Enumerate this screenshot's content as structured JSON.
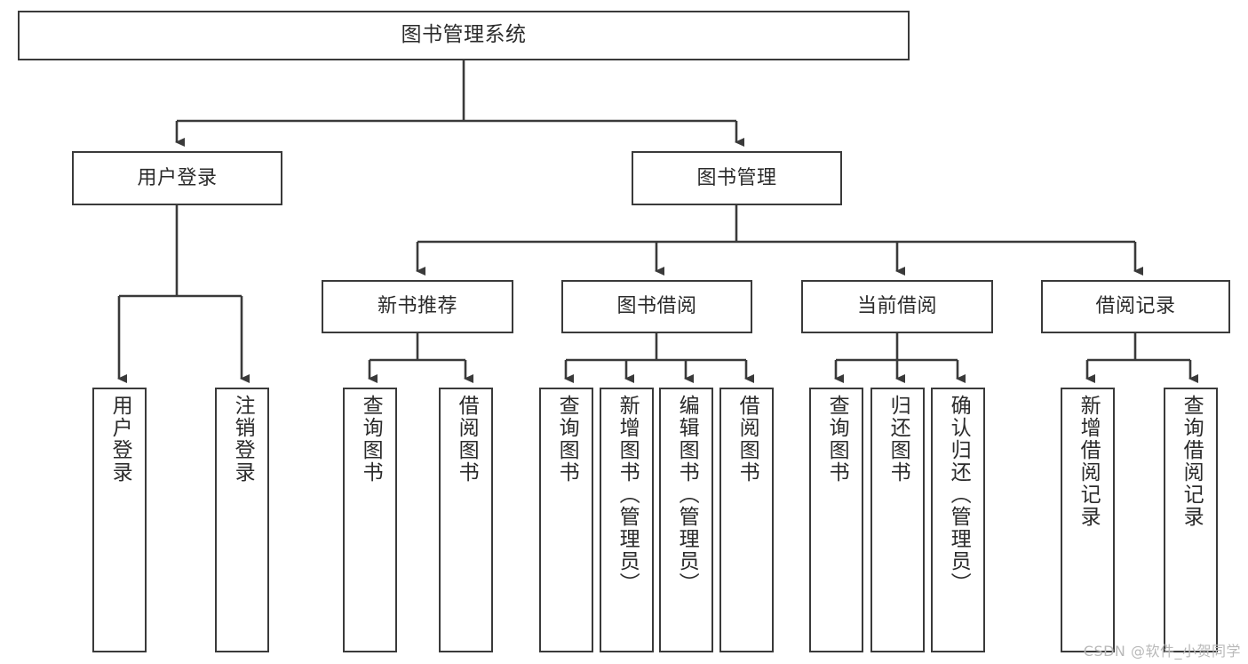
{
  "diagram": {
    "title_node": {
      "label": "图书管理系统"
    },
    "level2": [
      {
        "id": "user-login",
        "label": "用户登录"
      },
      {
        "id": "book-manage",
        "label": "图书管理"
      }
    ],
    "level3": [
      {
        "id": "new-book-recommend",
        "label": "新书推荐"
      },
      {
        "id": "book-borrow",
        "label": "图书借阅"
      },
      {
        "id": "current-borrow",
        "label": "当前借阅"
      },
      {
        "id": "borrow-record",
        "label": "借阅记录"
      }
    ],
    "leaves": [
      {
        "id": "leaf-user-login",
        "label": "用户登录"
      },
      {
        "id": "leaf-logout-login",
        "label": "注销登录"
      },
      {
        "id": "leaf-query-book-1",
        "label": "查询图书"
      },
      {
        "id": "leaf-borrow-book-1",
        "label": "借阅图书"
      },
      {
        "id": "leaf-query-book-2",
        "label": "查询图书"
      },
      {
        "id": "leaf-add-book-admin",
        "label": "新增图书（管理员）"
      },
      {
        "id": "leaf-edit-book-admin",
        "label": "编辑图书（管理员）"
      },
      {
        "id": "leaf-borrow-book-2",
        "label": "借阅图书"
      },
      {
        "id": "leaf-query-book-3",
        "label": "查询图书"
      },
      {
        "id": "leaf-return-book",
        "label": "归还图书"
      },
      {
        "id": "leaf-confirm-return-admin",
        "label": "确认归还（管理员）"
      },
      {
        "id": "leaf-add-borrow-record",
        "label": "新增借阅记录"
      },
      {
        "id": "leaf-query-borrow-record",
        "label": "查询借阅记录"
      }
    ]
  },
  "watermark": {
    "text": "CSDN @软件_小贺同学"
  },
  "colors": {
    "border": "#3a3a3a",
    "text": "#2b2b2b",
    "background": "#ffffff",
    "watermark": "#b9b9b9"
  }
}
